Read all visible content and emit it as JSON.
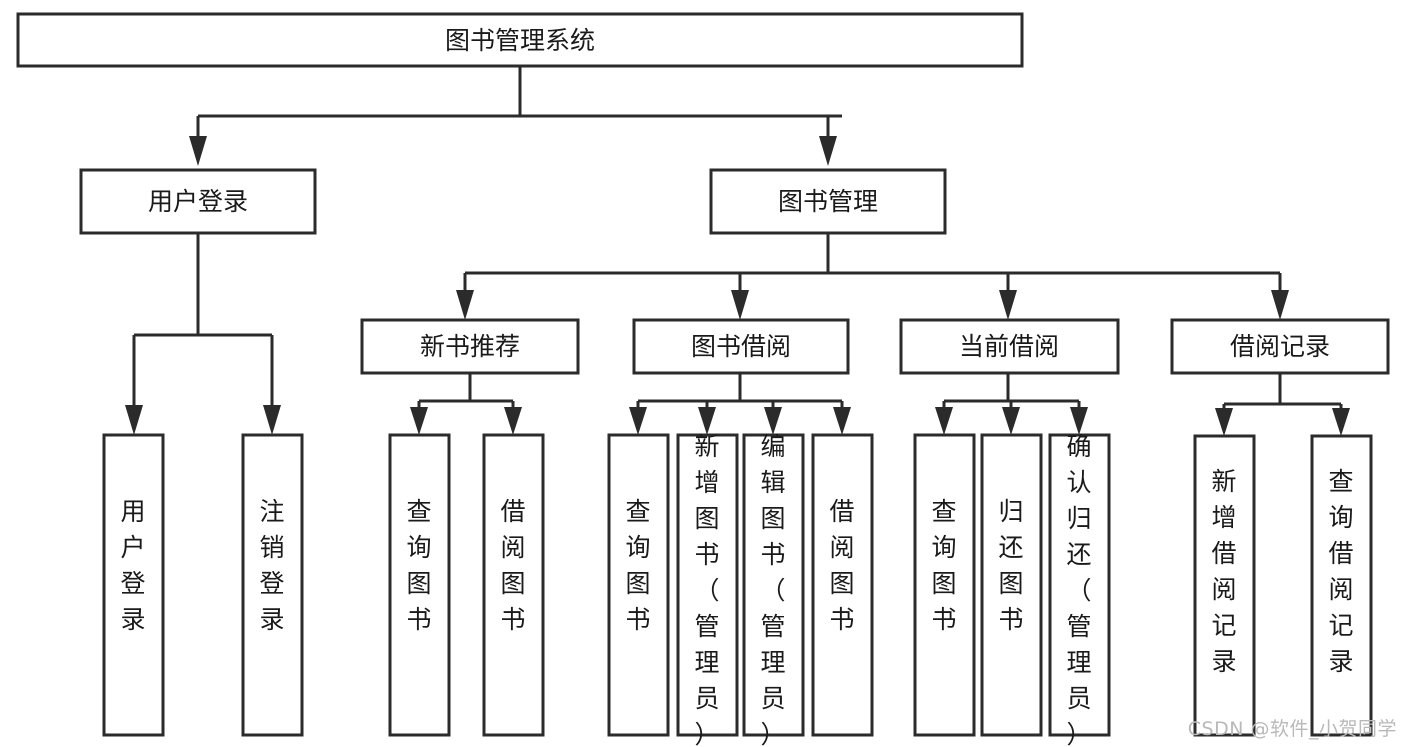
{
  "diagram": {
    "title": "图书管理系统",
    "type": "tree",
    "watermark": "CSDN @软件_小贺同学",
    "colors": {
      "node_fill": "#ffffff",
      "node_stroke": "#2b2b2b",
      "text": "#1a1a1a",
      "background": "#ffffff",
      "watermark": "#b9b9b9"
    },
    "levels": {
      "root": "图书管理系统",
      "level2": [
        "用户登录",
        "图书管理"
      ],
      "level3": [
        "新书推荐",
        "图书借阅",
        "当前借阅",
        "借阅记录"
      ]
    },
    "nodes": {
      "root": {
        "label": "图书管理系统",
        "orientation": "horizontal"
      },
      "user_login": {
        "label": "用户登录",
        "orientation": "horizontal"
      },
      "book_manage": {
        "label": "图书管理",
        "orientation": "horizontal"
      },
      "new_book_rec": {
        "label": "新书推荐",
        "orientation": "horizontal"
      },
      "book_borrow": {
        "label": "图书借阅",
        "orientation": "horizontal"
      },
      "current_borrow": {
        "label": "当前借阅",
        "orientation": "horizontal"
      },
      "borrow_record": {
        "label": "借阅记录",
        "orientation": "horizontal"
      },
      "leaf_user_login": {
        "label": "用户登录",
        "orientation": "vertical"
      },
      "leaf_logout": {
        "label": "注销登录",
        "orientation": "vertical"
      },
      "leaf_query_book_a": {
        "label": "查询图书",
        "orientation": "vertical"
      },
      "leaf_borrow_book_a": {
        "label": "借阅图书",
        "orientation": "vertical"
      },
      "leaf_query_book_b": {
        "label": "查询图书",
        "orientation": "vertical"
      },
      "leaf_add_book": {
        "label": "新增图书（管理员）",
        "orientation": "vertical"
      },
      "leaf_edit_book": {
        "label": "编辑图书（管理员）",
        "orientation": "vertical"
      },
      "leaf_borrow_book_b": {
        "label": "借阅图书",
        "orientation": "vertical"
      },
      "leaf_query_book_c": {
        "label": "查询图书",
        "orientation": "vertical"
      },
      "leaf_return_book": {
        "label": "归还图书",
        "orientation": "vertical"
      },
      "leaf_confirm_return": {
        "label": "确认归还（管理员）",
        "orientation": "vertical"
      },
      "leaf_add_record": {
        "label": "新增借阅记录",
        "orientation": "vertical"
      },
      "leaf_query_record": {
        "label": "查询借阅记录",
        "orientation": "vertical"
      }
    },
    "edges": [
      {
        "from": "图书管理系统",
        "to": "用户登录"
      },
      {
        "from": "图书管理系统",
        "to": "图书管理"
      },
      {
        "from": "用户登录",
        "to": "用户登录"
      },
      {
        "from": "用户登录",
        "to": "注销登录"
      },
      {
        "from": "图书管理",
        "to": "新书推荐"
      },
      {
        "from": "图书管理",
        "to": "图书借阅"
      },
      {
        "from": "图书管理",
        "to": "当前借阅"
      },
      {
        "from": "图书管理",
        "to": "借阅记录"
      },
      {
        "from": "新书推荐",
        "to": "查询图书"
      },
      {
        "from": "新书推荐",
        "to": "借阅图书"
      },
      {
        "from": "图书借阅",
        "to": "查询图书"
      },
      {
        "from": "图书借阅",
        "to": "新增图书（管理员）"
      },
      {
        "from": "图书借阅",
        "to": "编辑图书（管理员）"
      },
      {
        "from": "图书借阅",
        "to": "借阅图书"
      },
      {
        "from": "当前借阅",
        "to": "查询图书"
      },
      {
        "from": "当前借阅",
        "to": "归还图书"
      },
      {
        "from": "当前借阅",
        "to": "确认归还（管理员）"
      },
      {
        "from": "借阅记录",
        "to": "新增借阅记录"
      },
      {
        "from": "借阅记录",
        "to": "查询借阅记录"
      }
    ]
  }
}
